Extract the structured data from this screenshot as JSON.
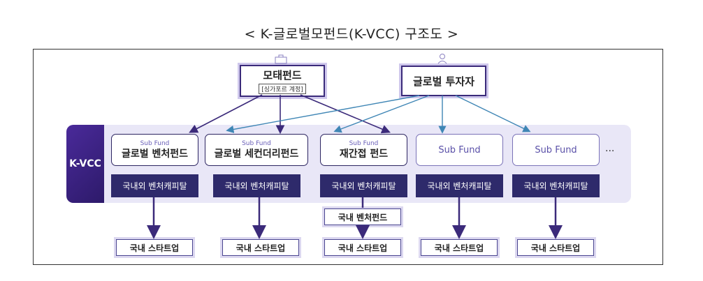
{
  "title": "<  K-글로벌모펀드(K-VCC)  구조도  >",
  "kvcc_label": "K-VCC",
  "mother_fund": {
    "name": "모태펀드",
    "sub": "[싱가포르 계정]"
  },
  "global_investor": {
    "name": "글로벌 투자자"
  },
  "sub_fund_tag": "Sub Fund",
  "funds": [
    {
      "name": "글로벌 벤처펀드"
    },
    {
      "name": "글로벌 세컨더리펀드"
    },
    {
      "name": "재간접 펀드"
    },
    {
      "name": ""
    },
    {
      "name": ""
    }
  ],
  "vc_label": "국내외 벤처캐피탈",
  "domestic_fund": "국내 벤처펀드",
  "startup_label": "국내 스타트업",
  "ellipsis": "...",
  "colors": {
    "purple_arrow": "#3b2a7a",
    "blue_arrow": "#3f86b5",
    "vc_fill": "#2e2a6b"
  }
}
